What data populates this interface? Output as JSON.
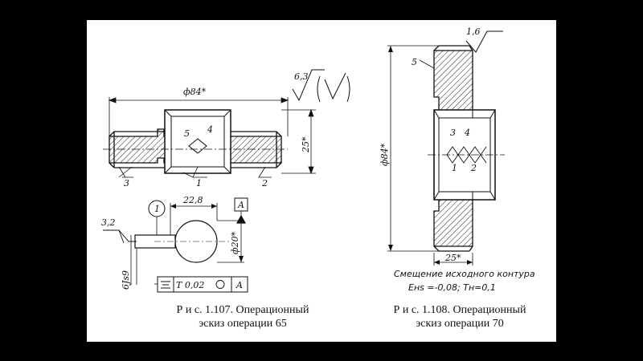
{
  "fig107": {
    "diameter": "ф84*",
    "roughness": "6,3",
    "width": "25*",
    "callouts": [
      "5",
      "4",
      "3",
      "1",
      "2"
    ],
    "ref_roughness": "3,2",
    "circle_num": "1",
    "offset_dim": "22,8",
    "datum": "A",
    "bore_dim": "ф20*",
    "keyway_dim": "6Js9",
    "tolerance_value": "T 0,02",
    "tolerance_datum": "A",
    "caption_line1": "Р и с. 1.107. Операционный",
    "caption_line2": "эскиз операции 65"
  },
  "fig108": {
    "roughness": "1,6",
    "callout_top": "5",
    "diameter": "ф84*",
    "callouts": [
      "3",
      "4",
      "1",
      "2"
    ],
    "width": "25*",
    "note_line1": "Смещение исходного контура",
    "note_line2": "Eнs =-0,08; Tн=0,1",
    "caption_line1": "Р и с. 1.108. Операционный",
    "caption_line2": "эскиз операции 70"
  }
}
